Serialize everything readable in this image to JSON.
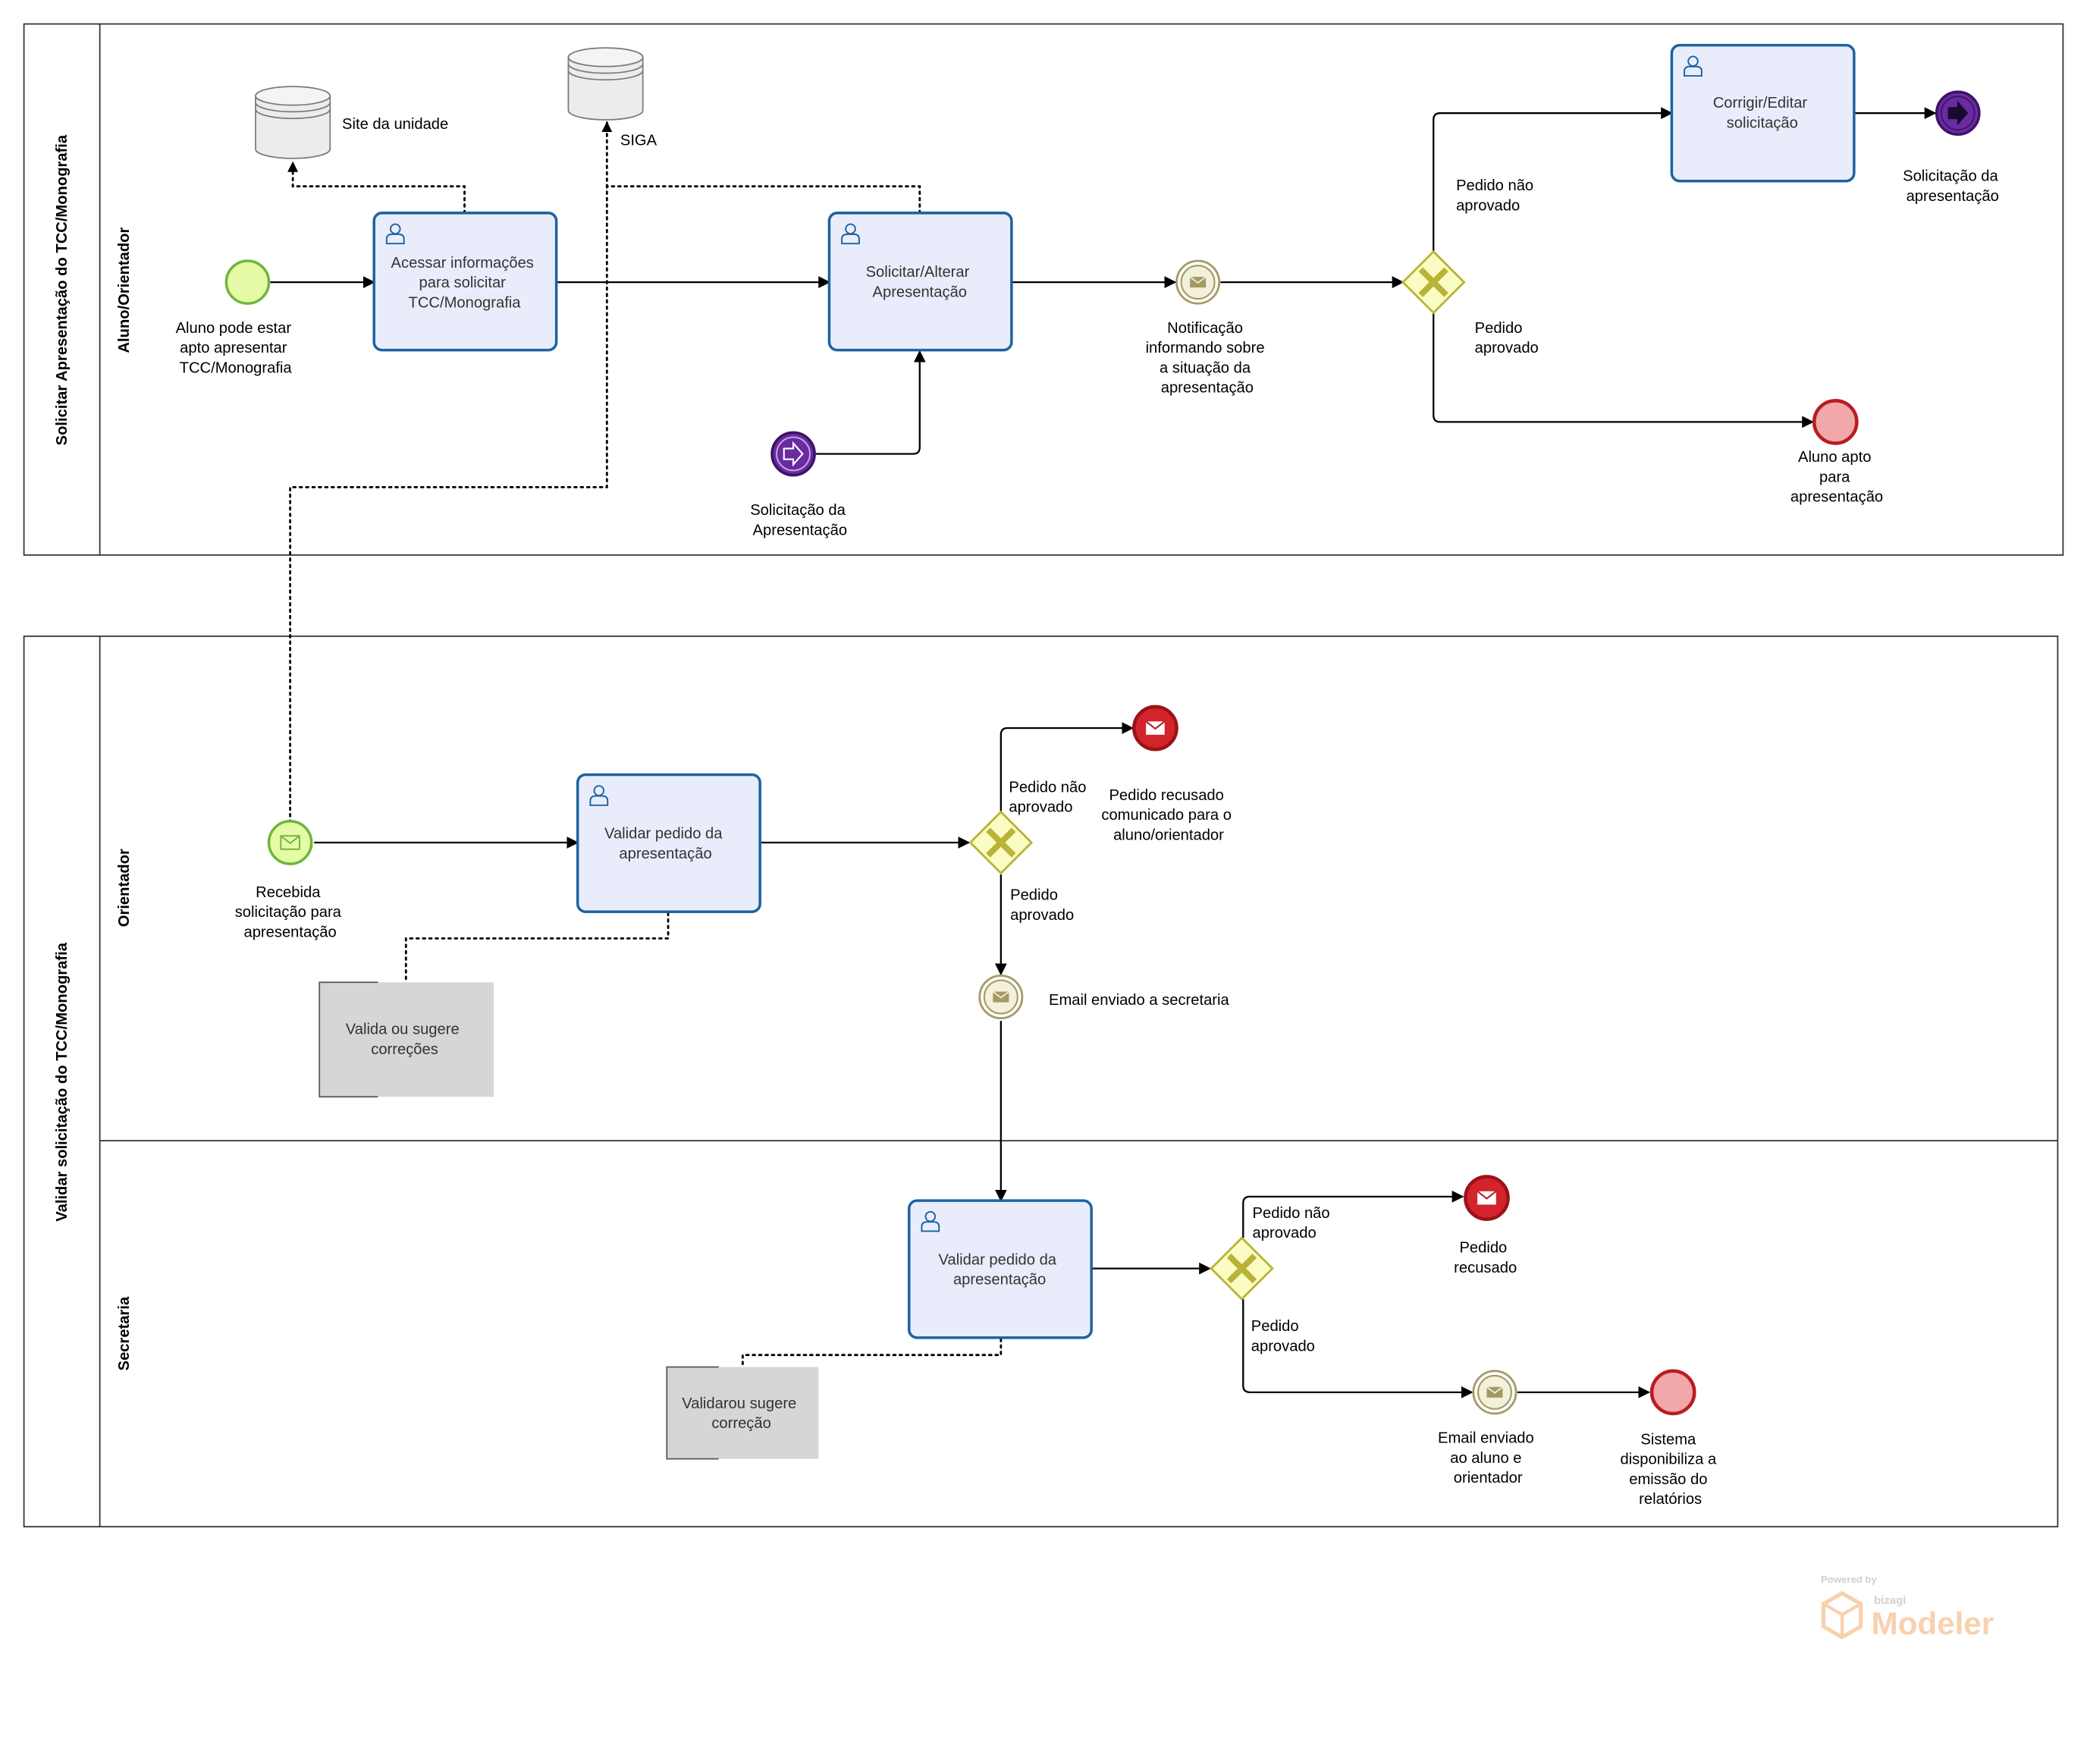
{
  "pools": {
    "top": {
      "title": "Solicitar Apresentação do TCC/Monografia",
      "lane": "Aluno/Orientador"
    },
    "bottom": {
      "title": "Validar solicitação do TCC/Monografia",
      "lanes": [
        "Orientador",
        "Secretaria"
      ]
    }
  },
  "datastores": {
    "site": "Site da unidade",
    "siga": "SIGA"
  },
  "tasks": {
    "acessar": [
      "Acessar informações",
      "para solicitar",
      "TCC/Monografia"
    ],
    "solicitar": [
      "Solicitar/Alterar",
      "Apresentação"
    ],
    "corrigir": [
      "Corrigir/Editar",
      "solicitação"
    ],
    "validar_orientador": [
      "Validar pedido da",
      "apresentação"
    ],
    "validar_secretaria": [
      "Validar pedido da",
      "apresentação"
    ]
  },
  "events": {
    "start_aluno": [
      "Aluno pode estar",
      "apto apresentar",
      "TCC/Monografia"
    ],
    "link_catch": [
      "Solicitação da",
      "Apresentação"
    ],
    "link_throw": [
      "Solicitação da",
      "apresentação"
    ],
    "notificacao": [
      "Notificação",
      "informando sobre",
      "a situação da",
      "apresentação"
    ],
    "end_apto": [
      "Aluno apto",
      "para",
      "apresentação"
    ],
    "start_recebida": [
      "Recebida",
      "solicitação para",
      "apresentação"
    ],
    "end_recusado_orientador": [
      "Pedido recusado",
      "comunicado para o",
      "aluno/orientador"
    ],
    "email_secretaria": [
      "Email enviado a secretaria"
    ],
    "end_recusado_secretaria": [
      "Pedido",
      "recusado"
    ],
    "email_aluno": [
      "Email enviado",
      "ao aluno e",
      "orientador"
    ],
    "end_sistema": [
      "Sistema",
      "disponibiliza a",
      "emissão do",
      "relatórios"
    ]
  },
  "gateway_labels": {
    "top_nao": [
      "Pedido não",
      "aprovado"
    ],
    "top_sim": [
      "Pedido",
      "aprovado"
    ],
    "orient_nao": [
      "Pedido não",
      "aprovado"
    ],
    "orient_sim": [
      "Pedido",
      "aprovado"
    ],
    "secr_nao": [
      "Pedido não",
      "aprovado"
    ],
    "secr_sim": [
      "Pedido",
      "aprovado"
    ]
  },
  "annotations": {
    "orientador": [
      "Valida ou sugere",
      "correções"
    ],
    "secretaria": [
      "Validarou sugere",
      "correção"
    ]
  },
  "watermark": {
    "small": "Powered by",
    "brand": "bizagi",
    "product": "Modeler"
  },
  "colors": {
    "task_fill": "#e9edfb",
    "task_stroke": "#1c63a1",
    "start_fill": "#e5fba6",
    "start_stroke": "#6fb53e",
    "end_fill": "#f2a8aa",
    "end_stroke": "#b81d22",
    "link_fill": "#6a2aa2",
    "gateway_fill": "#fbfcc3",
    "gateway_stroke": "#b9b336",
    "intermediate_stroke": "#a59a64",
    "annotation_fill": "#d6d6d6",
    "watermark": "#f7c99f"
  }
}
